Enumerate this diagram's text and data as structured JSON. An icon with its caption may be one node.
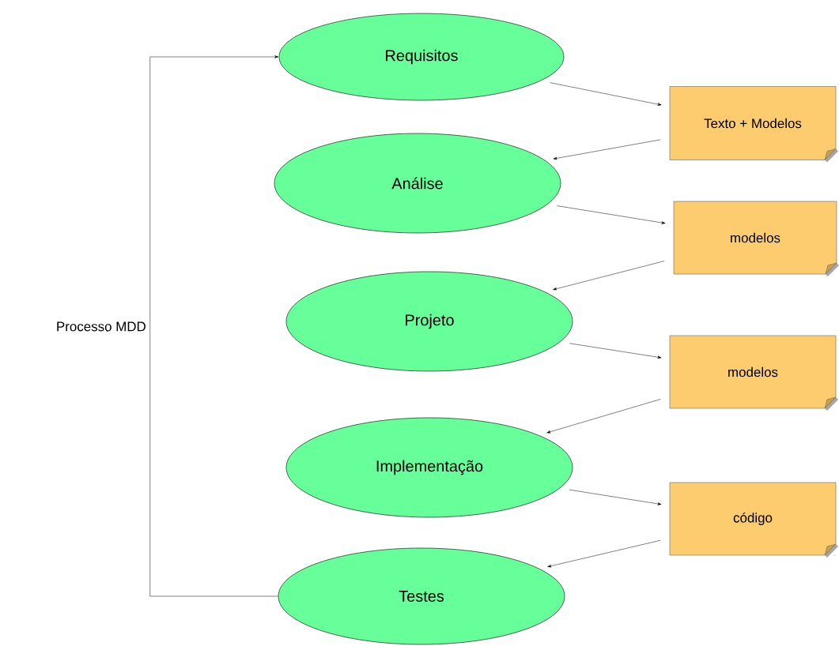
{
  "diagram": {
    "nodes": [
      {
        "text": [
          "Requisitos"
        ]
      },
      {
        "text": [
          "Texto + Modelos"
        ]
      },
      {
        "text": [
          "Análise"
        ]
      },
      {
        "text": [
          "modelos"
        ]
      },
      {
        "text": [
          "Projeto"
        ]
      },
      {
        "text": [
          "modelos"
        ]
      },
      {
        "text": [
          "Implementação"
        ]
      },
      {
        "text": [
          "código"
        ]
      },
      {
        "text": [
          "Testes"
        ]
      }
    ],
    "edges": [
      {
        "from": 0,
        "to": 1,
        "arrow": "to"
      },
      {
        "from": 1,
        "to": 2,
        "arrow": "to"
      },
      {
        "from": 2,
        "to": 3,
        "arrow": "to"
      },
      {
        "from": 3,
        "to": 4,
        "arrow": "to"
      },
      {
        "from": 4,
        "to": 5,
        "arrow": "to"
      },
      {
        "from": 5,
        "to": 6,
        "arrow": "to"
      },
      {
        "from": 6,
        "to": 7,
        "arrow": "to"
      },
      {
        "from": 7,
        "to": 8,
        "arrow": "to"
      },
      {
        "from": 8,
        "to": 0,
        "arrow": "to",
        "label": "Processo MDD"
      }
    ]
  }
}
